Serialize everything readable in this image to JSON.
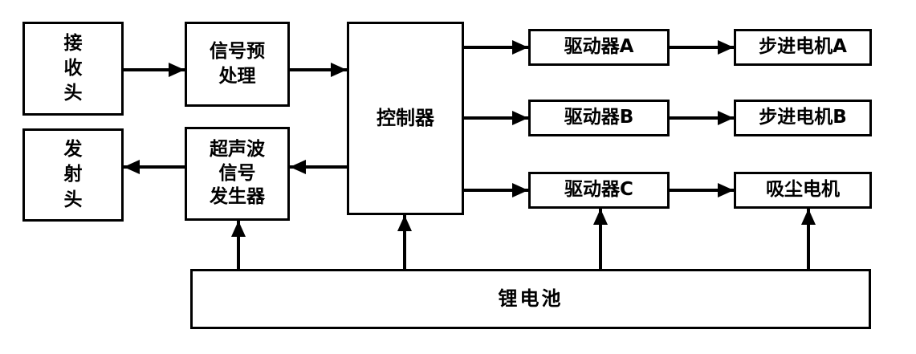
{
  "diagram": {
    "title": "cleaning-robot-control-block-diagram",
    "nodes": {
      "receiver": {
        "label": "接\n收\n头"
      },
      "preprocess": {
        "label": "信号预\n处理"
      },
      "controller": {
        "label": "控制器"
      },
      "driver_a": {
        "label": "驱动器A"
      },
      "stepper_a": {
        "label": "步进电机A"
      },
      "driver_b": {
        "label": "驱动器B"
      },
      "stepper_b": {
        "label": "步进电机B"
      },
      "driver_c": {
        "label": "驱动器C"
      },
      "vacuum_motor": {
        "label": "吸尘电机"
      },
      "transmitter": {
        "label": "发\n射\n头"
      },
      "ultrasonic_generator": {
        "label": "超声波\n信号\n发生器"
      },
      "battery": {
        "label": "锂电池"
      }
    },
    "edges": [
      {
        "from": "receiver",
        "to": "preprocess"
      },
      {
        "from": "preprocess",
        "to": "controller"
      },
      {
        "from": "controller",
        "to": "driver_a"
      },
      {
        "from": "driver_a",
        "to": "stepper_a"
      },
      {
        "from": "controller",
        "to": "driver_b"
      },
      {
        "from": "driver_b",
        "to": "stepper_b"
      },
      {
        "from": "controller",
        "to": "driver_c"
      },
      {
        "from": "driver_c",
        "to": "vacuum_motor"
      },
      {
        "from": "controller",
        "to": "ultrasonic_generator"
      },
      {
        "from": "ultrasonic_generator",
        "to": "transmitter"
      },
      {
        "from": "battery",
        "to": "ultrasonic_generator"
      },
      {
        "from": "battery",
        "to": "controller"
      },
      {
        "from": "battery",
        "to": "driver_c"
      },
      {
        "from": "battery",
        "to": "vacuum_motor"
      }
    ],
    "colors": {
      "line": "#000000",
      "background": "#ffffff"
    }
  }
}
